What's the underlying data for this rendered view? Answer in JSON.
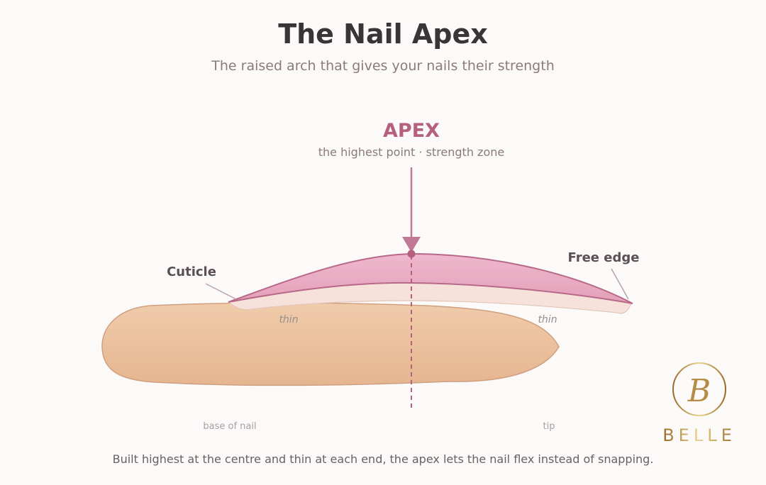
{
  "header": {
    "title": "The Nail Apex",
    "subtitle": "The raised arch that gives your nails their strength"
  },
  "apex": {
    "label": "APEX",
    "sublabel": "the highest point · strength zone"
  },
  "labels": {
    "cuticle": "Cuticle",
    "free_edge": "Free edge",
    "thin_left": "thin",
    "thin_right": "thin",
    "base": "base of nail",
    "tip": "tip"
  },
  "logo": {
    "brand": "BELLE",
    "monogram": "B"
  },
  "footer": {
    "caption": "Built highest at the centre and thin at each end, the apex lets the nail flex instead of snapping."
  },
  "colors": {
    "apex_accent": "#b5607f",
    "nail_pink": "#e7a9c0",
    "skin": "#eac09e",
    "gold": "#a57a36"
  }
}
